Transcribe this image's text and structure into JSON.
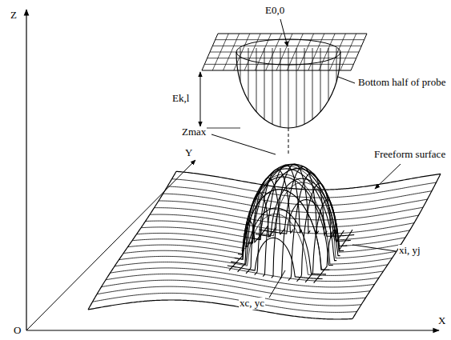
{
  "diagram": {
    "labels": [
      "Z",
      "E0,0",
      "Ek,l",
      "Bottom half of probe",
      "Y",
      "Zmax",
      "Freeform surface",
      "xi, yj",
      "xc, yc",
      "O",
      "X"
    ]
  }
}
